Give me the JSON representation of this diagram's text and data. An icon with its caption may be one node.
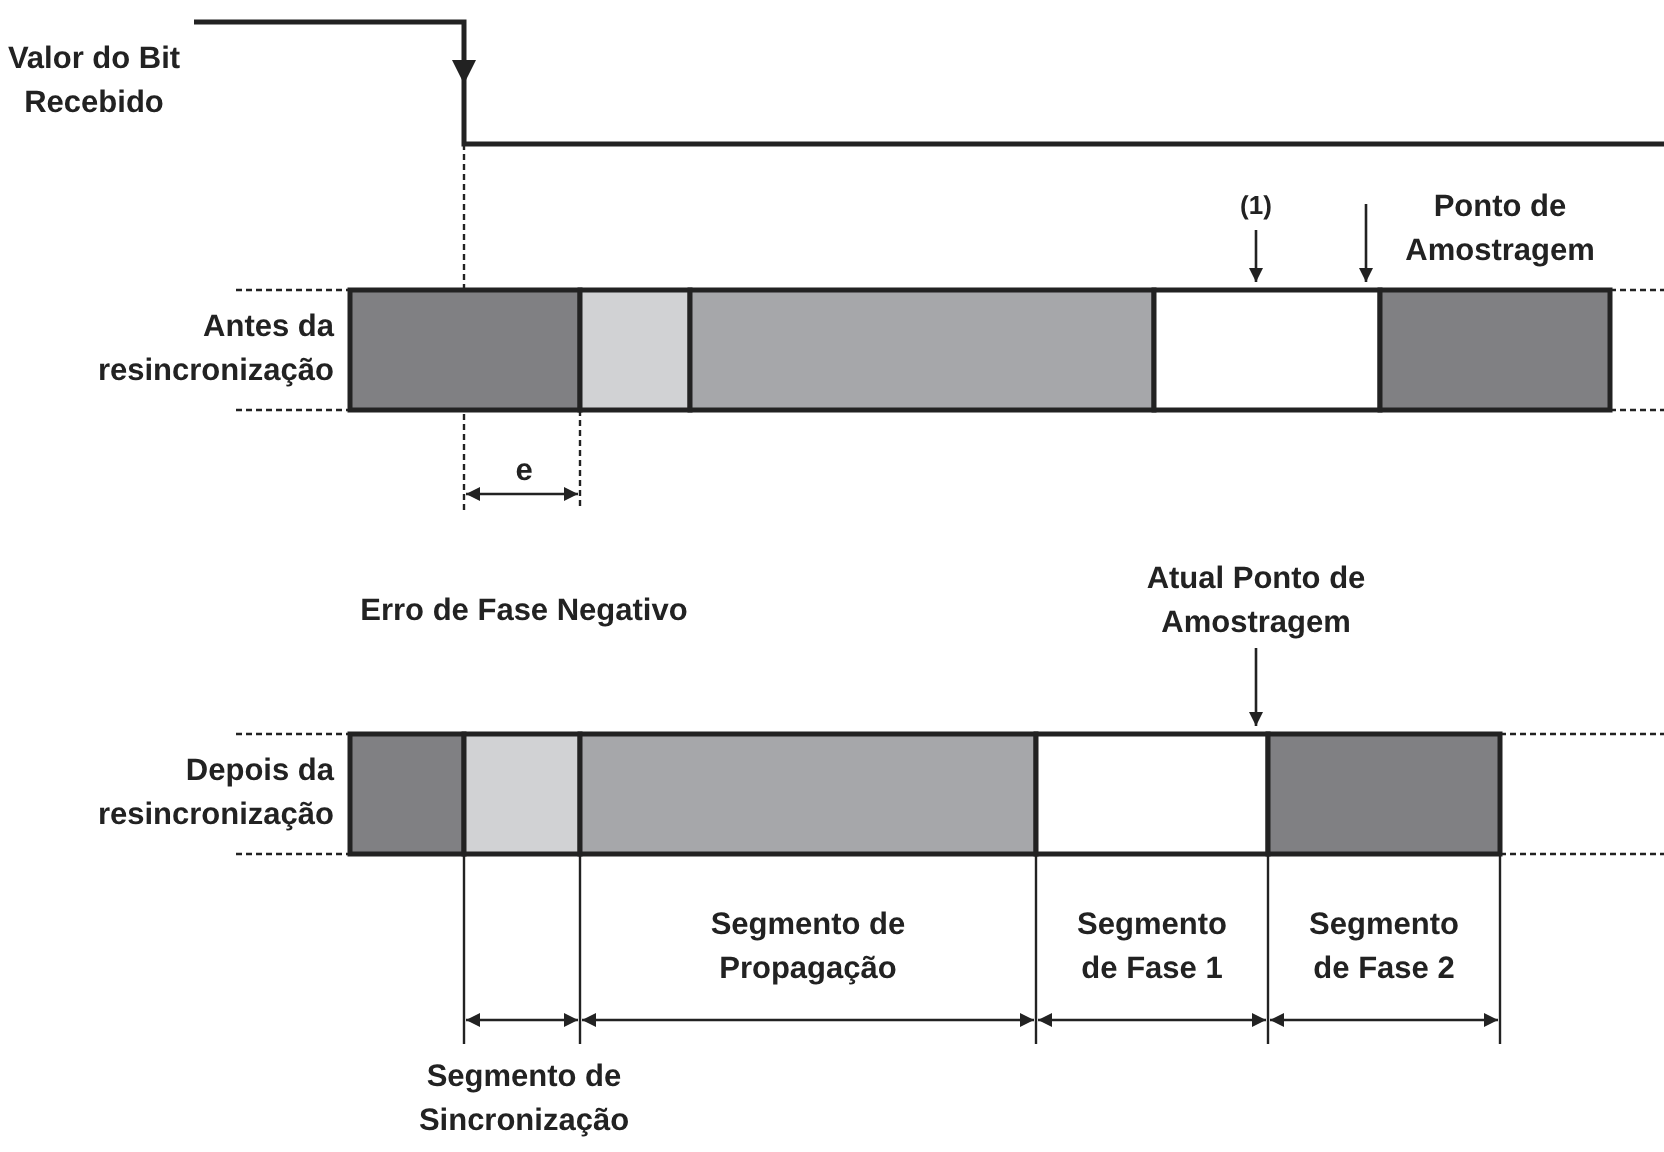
{
  "diagram": {
    "nodes": [
      {
        "text": [
          "(1)"
        ]
      },
      {
        "text": [
          "Ponto de Amostragem"
        ]
      },
      {
        "text": [
          "Atual Ponto de Amostragem"
        ]
      },
      {
        "text": [],
        "shape": "bar",
        "beside": [
          "Antes da resincronização"
        ]
      },
      {
        "text": [],
        "shape": "bar",
        "beside": [
          "Depois da resincronização"
        ]
      }
    ],
    "edges": [
      {
        "from": 0,
        "to": 3,
        "arrow": "to"
      },
      {
        "from": 1,
        "to": 3,
        "arrow": "to"
      },
      {
        "from": 2,
        "to": 4,
        "arrow": "to"
      }
    ],
    "labels": [
      "Valor do Bit Recebido",
      "e",
      "Erro de Fase Negativo",
      "Segmento de Propagação",
      "Segmento de Fase 1",
      "Segmento de Fase 2",
      "Segmento de Sincronização"
    ]
  }
}
